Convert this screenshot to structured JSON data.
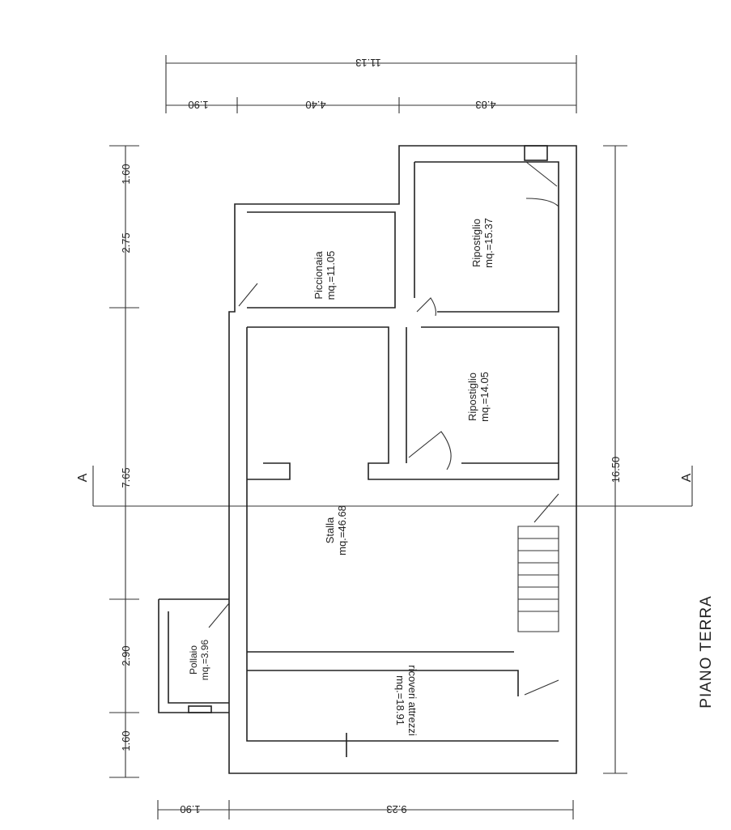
{
  "title": "PIANO TERRA",
  "section_label": "A",
  "dimensions": {
    "top_total": "11.13",
    "top_parts": [
      "1.90",
      "4.40",
      "4.83"
    ],
    "left_parts": [
      "1.60",
      "2.75",
      "7.65",
      "2.90",
      "1.60"
    ],
    "right_total": "16.50",
    "bottom_parts": [
      "1.90",
      "9.23"
    ]
  },
  "rooms": [
    {
      "name": "Piccionaia",
      "area": "mq.=11.05"
    },
    {
      "name": "Ripostiglio",
      "area": "mq.=15.37"
    },
    {
      "name": "Ripostiglio",
      "area": "mq.=14.05"
    },
    {
      "name": "Stalla",
      "area": "mq.=46.68"
    },
    {
      "name": "Pollaio",
      "area": "mq.=3.96"
    },
    {
      "name": "ricoveri attrezzi",
      "area": "mq.=18.91"
    }
  ]
}
